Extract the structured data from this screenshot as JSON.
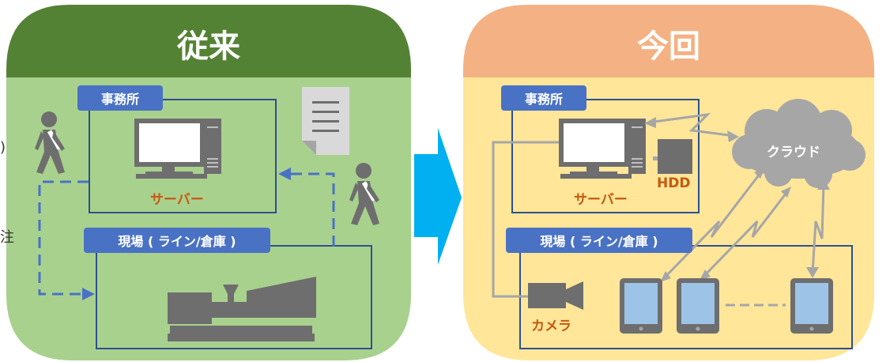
{
  "panels": {
    "before": {
      "title": "従来",
      "header_color": "#548235",
      "body_color": "#a9d18e"
    },
    "after": {
      "title": "今回",
      "header_color": "#f4b183",
      "body_color": "#ffe699"
    }
  },
  "before": {
    "office_label": "事務所",
    "server_label": "サーバー",
    "site_label": "現場 ( ライン/倉庫 )"
  },
  "after": {
    "office_label": "事務所",
    "server_label": "サーバー",
    "hdd_label": "HDD",
    "cloud_label": "クラウド",
    "site_label": "現場 ( ライン/倉庫 )",
    "camera_label": "カメラ"
  },
  "colors": {
    "label_bg": "#4a72c4",
    "frame": "#2f4f8f",
    "arrow_blue": "#00b0f0",
    "device_gray": "#6e6e6e",
    "link_gray": "#a6a6a6",
    "accent_orange": "#c55a11"
  },
  "edge_fragments": {
    "left_top": ")",
    "left_bottom": "注"
  }
}
